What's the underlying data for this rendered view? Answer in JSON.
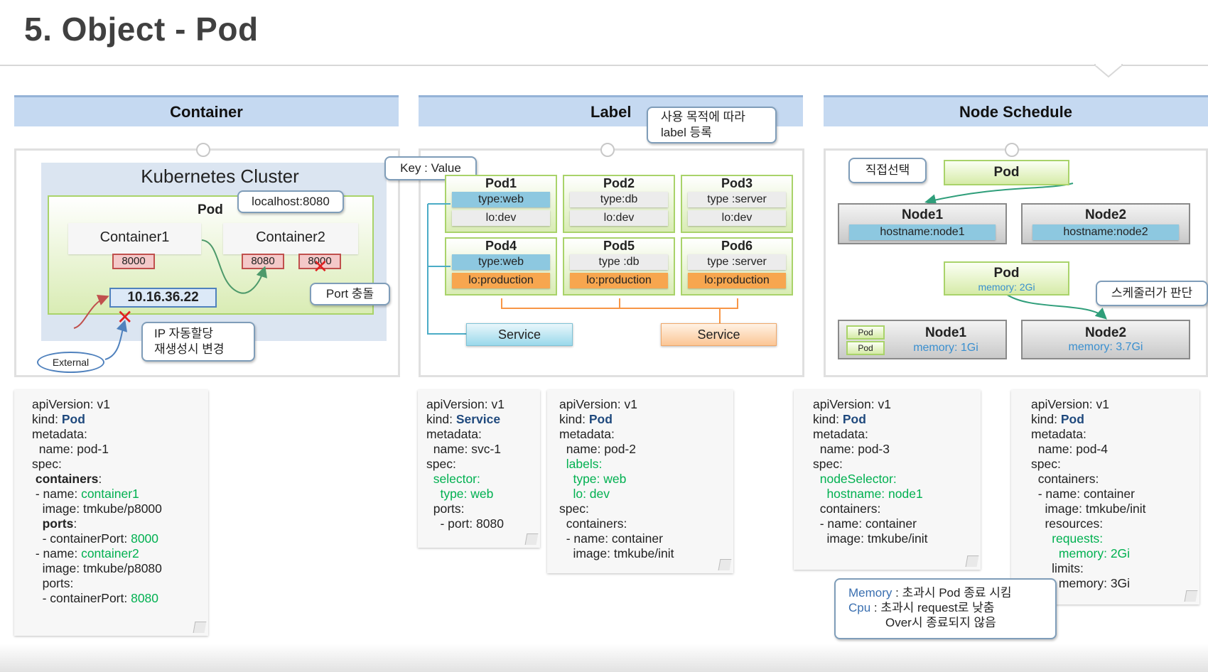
{
  "slide": {
    "title": "5. Object  -  Pod"
  },
  "sections": {
    "container": "Container",
    "label": "Label",
    "node_schedule": "Node Schedule"
  },
  "container_panel": {
    "cluster_title": "Kubernetes Cluster",
    "pod_label": "Pod",
    "container1": "Container1",
    "container2": "Container2",
    "port1": "8000",
    "port2": "8080",
    "port3": "8000",
    "localhost_callout": "localhost:8080",
    "ip": "10.16.36.22",
    "port_callout": "Port 충돌",
    "ip_callout_line1": "IP 자동할당",
    "ip_callout_line2": "재생성시 변경",
    "external": "External"
  },
  "label_panel": {
    "callout_line1": "사용 목적에 따라",
    "callout_line2": "label 등록",
    "key_value": "Key : Value",
    "pods": [
      {
        "name": "Pod1",
        "type": "type:web",
        "lo": "lo:dev"
      },
      {
        "name": "Pod2",
        "type": "type:db",
        "lo": "lo:dev"
      },
      {
        "name": "Pod3",
        "type": "type :server",
        "lo": "lo:dev"
      },
      {
        "name": "Pod4",
        "type": "type:web",
        "lo": "lo:production"
      },
      {
        "name": "Pod5",
        "type": "type :db",
        "lo": "lo:production"
      },
      {
        "name": "Pod6",
        "type": "type :server",
        "lo": "lo:production"
      }
    ],
    "service_left": "Service",
    "service_right": "Service"
  },
  "node_panel": {
    "direct_callout": "직접선택",
    "pod_top": "Pod",
    "node1_top": {
      "name": "Node1",
      "label": "hostname:node1"
    },
    "node2_top": {
      "name": "Node2",
      "label": "hostname:node2"
    },
    "pod_mid": {
      "name": "Pod",
      "memory": "memory: 2Gi"
    },
    "scheduler_callout": "스케줄러가 판단",
    "node1_bottom": {
      "name": "Node1",
      "memory": "memory: 1Gi",
      "pods": [
        "Pod",
        "Pod"
      ]
    },
    "node2_bottom": {
      "name": "Node2",
      "memory": "memory: 3.7Gi"
    }
  },
  "yaml_notes": {
    "pod1": [
      [
        [
          "apiVersion: v1",
          ""
        ]
      ],
      [
        [
          "kind: ",
          ""
        ],
        [
          "Pod",
          "blue"
        ]
      ],
      [
        [
          "metadata:",
          ""
        ]
      ],
      [
        [
          "  name: pod-1",
          ""
        ]
      ],
      [
        [
          "spec:",
          ""
        ]
      ],
      [
        [
          " ",
          ""
        ],
        [
          "containers",
          "bold"
        ],
        [
          ":",
          ""
        ]
      ],
      [
        [
          " - name: ",
          ""
        ],
        [
          "container1",
          "green"
        ]
      ],
      [
        [
          "   image: tmkube/p8000",
          ""
        ]
      ],
      [
        [
          "   ",
          ""
        ],
        [
          "ports",
          "bold"
        ],
        [
          ":",
          ""
        ]
      ],
      [
        [
          "   - containerPort: ",
          ""
        ],
        [
          "8000",
          "green"
        ]
      ],
      [
        [
          " - name: ",
          ""
        ],
        [
          "container2",
          "green"
        ]
      ],
      [
        [
          "   image: tmkube/p8080",
          ""
        ]
      ],
      [
        [
          "   ports:",
          ""
        ]
      ],
      [
        [
          "   - containerPort: ",
          ""
        ],
        [
          "8080",
          "green"
        ]
      ]
    ],
    "svc1": [
      [
        [
          "apiVersion: v1",
          ""
        ]
      ],
      [
        [
          "kind: ",
          ""
        ],
        [
          "Service",
          "blue"
        ]
      ],
      [
        [
          "metadata:",
          ""
        ]
      ],
      [
        [
          "  name: svc-1",
          ""
        ]
      ],
      [
        [
          "spec:",
          ""
        ]
      ],
      [
        [
          "  ",
          ""
        ],
        [
          "selector:",
          "green"
        ]
      ],
      [
        [
          "    ",
          ""
        ],
        [
          "type: web",
          "green"
        ]
      ],
      [
        [
          "  ports:",
          ""
        ]
      ],
      [
        [
          "    - port: 8080",
          ""
        ]
      ]
    ],
    "pod2": [
      [
        [
          "apiVersion: v1",
          ""
        ]
      ],
      [
        [
          "kind: ",
          ""
        ],
        [
          "Pod",
          "blue"
        ]
      ],
      [
        [
          "metadata:",
          ""
        ]
      ],
      [
        [
          "  name: pod-2",
          ""
        ]
      ],
      [
        [
          "  ",
          ""
        ],
        [
          "labels:",
          "green"
        ]
      ],
      [
        [
          "    ",
          ""
        ],
        [
          "type: web",
          "green"
        ]
      ],
      [
        [
          "    ",
          ""
        ],
        [
          "lo: dev",
          "green"
        ]
      ],
      [
        [
          "spec:",
          ""
        ]
      ],
      [
        [
          "  containers:",
          ""
        ]
      ],
      [
        [
          "  - name: container",
          ""
        ]
      ],
      [
        [
          "    image: tmkube/init",
          ""
        ]
      ]
    ],
    "pod3": [
      [
        [
          "apiVersion: v1",
          ""
        ]
      ],
      [
        [
          "kind: ",
          ""
        ],
        [
          "Pod",
          "blue"
        ]
      ],
      [
        [
          "metadata:",
          ""
        ]
      ],
      [
        [
          "  name: pod-3",
          ""
        ]
      ],
      [
        [
          "spec:",
          ""
        ]
      ],
      [
        [
          "  ",
          ""
        ],
        [
          "nodeSelector:",
          "green"
        ]
      ],
      [
        [
          "    ",
          ""
        ],
        [
          "hostname: node1",
          "green"
        ]
      ],
      [
        [
          "  containers:",
          ""
        ]
      ],
      [
        [
          "  - name: container",
          ""
        ]
      ],
      [
        [
          "    image: tmkube/init",
          ""
        ]
      ]
    ],
    "pod4": [
      [
        [
          "apiVersion: v1",
          ""
        ]
      ],
      [
        [
          "kind: ",
          ""
        ],
        [
          "Pod",
          "blue"
        ]
      ],
      [
        [
          "metadata:",
          ""
        ]
      ],
      [
        [
          "  name: pod-4",
          ""
        ]
      ],
      [
        [
          "spec:",
          ""
        ]
      ],
      [
        [
          "  containers:",
          ""
        ]
      ],
      [
        [
          "  - name: container",
          ""
        ]
      ],
      [
        [
          "    image: tmkube/init",
          ""
        ]
      ],
      [
        [
          "    resources:",
          ""
        ]
      ],
      [
        [
          "      ",
          ""
        ],
        [
          "requests:",
          "green"
        ]
      ],
      [
        [
          "        ",
          ""
        ],
        [
          "memory: 2Gi",
          "green"
        ]
      ],
      [
        [
          "      limits:",
          ""
        ]
      ],
      [
        [
          "        memory: 3Gi",
          ""
        ]
      ]
    ]
  },
  "memory_callout": {
    "line1_key": "Memory",
    "line1_rest": " : 초과시 Pod 종료 시킴",
    "line2_key": "Cpu",
    "line2_rest": " : 초과시 request로 낮춤",
    "line3": "Over시 종료되지 않음"
  }
}
